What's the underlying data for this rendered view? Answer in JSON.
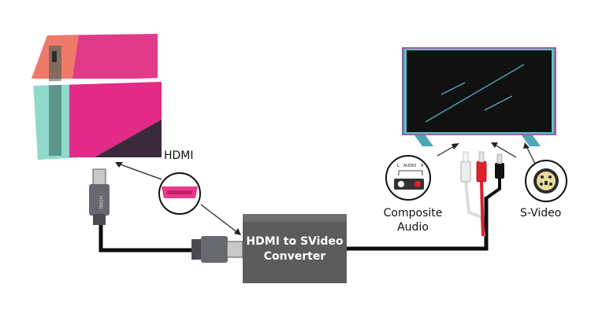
{
  "labels": {
    "hdmi": "HDMI",
    "converter_line1": "HDMI to SVideo",
    "converter_line2": "Converter",
    "composite_line1": "Composite",
    "composite_line2": "Audio",
    "svideo": "S-Video",
    "hdmi_plug_text": "HDMI",
    "audio_jack_l": "L",
    "audio_jack_mid": "AUDIO",
    "audio_jack_r": "R"
  },
  "icons": {
    "console": "game-console-icon",
    "tv": "television-icon",
    "hdmi_port": "hdmi-port-icon",
    "audio_jack": "audio-jack-icon",
    "svideo_port": "svideo-port-icon"
  },
  "colors": {
    "console_pink": "#e22a86",
    "console_teal": "#8ed9c9",
    "console_dark": "#3a2a3c",
    "cable": "#0d0d0d",
    "converter": "#5c5c5c",
    "rca_white": "#eeeeee",
    "rca_red": "#e0202a",
    "hdmi_port": "#e63c8a"
  }
}
